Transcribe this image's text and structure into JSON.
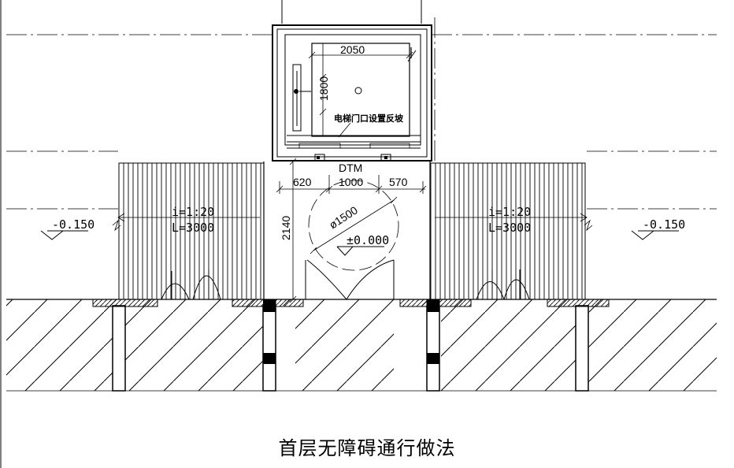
{
  "drawing": {
    "title": "首层无障碍通行做法",
    "elevator_note": "电梯门口设置反坡",
    "elevator_tag": "DTM",
    "dimensions": {
      "car_width": "2050",
      "car_depth": "1800",
      "door_left": "620",
      "door_width": "1000",
      "door_right": "570",
      "landing_depth": "2140",
      "turning_circle": "ø1500"
    },
    "levels": {
      "left": "-0.150",
      "center": "±0.000",
      "right": "-0.150"
    },
    "ramps": {
      "left": {
        "slope": "i=1:20",
        "length": "L=3000"
      },
      "right": {
        "slope": "i=1:20",
        "length": "L=3000"
      }
    }
  }
}
